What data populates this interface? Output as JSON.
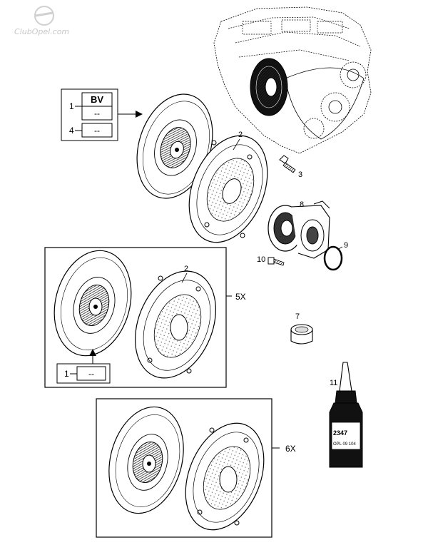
{
  "watermark": {
    "text": "ClubOpel.com"
  },
  "legend_top": {
    "code": "BV",
    "row1_num": "1",
    "row1_val": "--",
    "row4_num": "4",
    "row4_val": "--"
  },
  "legend_kit5": {
    "num": "1",
    "val": "--"
  },
  "callouts": {
    "c2": "2",
    "c2b": "2",
    "c3": "3",
    "c7": "7",
    "c8": "8",
    "c9": "9",
    "c10": "10",
    "c11": "11"
  },
  "groups": {
    "kit5": "5X",
    "kit6": "6X"
  },
  "bottle": {
    "label_top": "2347",
    "label_bottom": "OPL 09 104"
  }
}
